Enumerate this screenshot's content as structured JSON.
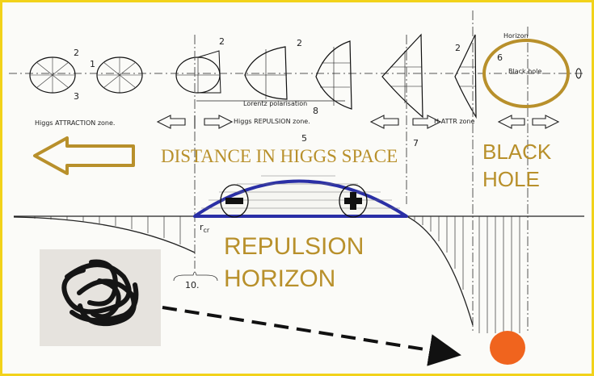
{
  "labels": {
    "lorentz": "Lorentz polarisation",
    "attraction_zone": "Higgs ATTRACTION zone.",
    "repulsion_zone": "Higgs REPULSION zone.",
    "h_attr_zone": "H-ATTR zone",
    "horizon": "Horizon",
    "black_hole_small": "Black hole",
    "distance": "DISTANCE IN HIGGS SPACE",
    "black_hole_big_1": "BLACK",
    "black_hole_big_2": "HOLE",
    "repulsion_horizon_1": "REPULSION",
    "repulsion_horizon_2": "HORIZON",
    "minus": "−",
    "plus": "+",
    "r_label": "r",
    "r_sub": "cr"
  },
  "numbers": {
    "n1": "1",
    "n2": "2",
    "n3": "3",
    "n5": "5",
    "n6": "6",
    "n7": "7",
    "n8": "8",
    "n10": "10."
  },
  "colors": {
    "gold": "#b8902b",
    "blue": "#2a2fa6",
    "orange": "#f0641e",
    "border": "#f2d21a"
  }
}
